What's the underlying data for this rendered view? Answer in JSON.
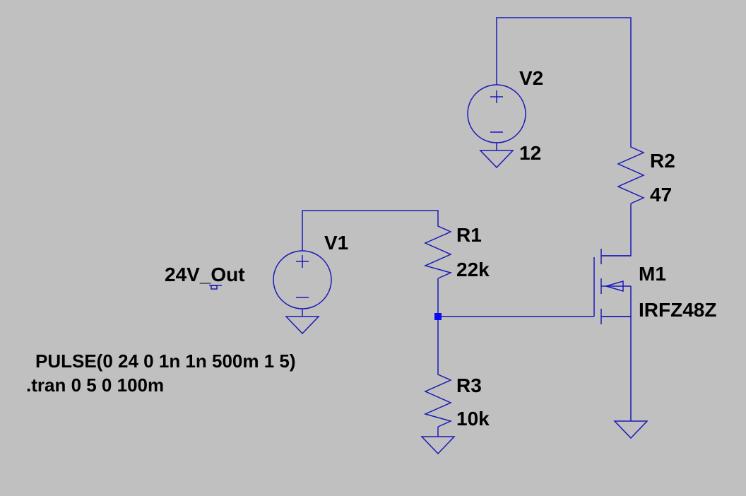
{
  "components": {
    "v1": {
      "name": "V1",
      "value": "PULSE(0 24 0 1n 1n 500m 1 5)"
    },
    "v2": {
      "name": "V2",
      "value": "12"
    },
    "r1": {
      "name": "R1",
      "value": "22k"
    },
    "r2": {
      "name": "R2",
      "value": "47"
    },
    "r3": {
      "name": "R3",
      "value": "10k"
    },
    "m1": {
      "name": "M1",
      "value": "IRFZ48Z"
    }
  },
  "net_labels": {
    "out": "24V_Out"
  },
  "directives": {
    "tran": ".tran 0 5 0 100m"
  },
  "colors": {
    "background": "#c0c0c0",
    "wire": "#1a1ab8",
    "junction": "#0a0af0",
    "text": "#000000"
  }
}
